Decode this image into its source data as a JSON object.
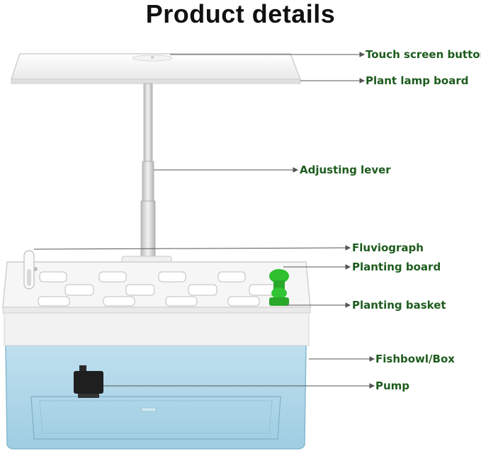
{
  "title": "Product details",
  "labels": {
    "touch_screen_button": "Touch screen button",
    "plant_lamp_board": "Plant lamp board",
    "adjusting_lever": "Adjusting lever",
    "fluviograph": "Fluviograph",
    "planting_board": "Planting board",
    "planting_basket": "Planting basket",
    "fishbowl_box": "Fishbowl/Box",
    "pump": "Pump"
  },
  "colors": {
    "label_text": "#1d5b1d",
    "leader_line": "#555555",
    "basket_green": "#2fbf2f",
    "water_tank": "#a9d4e6"
  }
}
